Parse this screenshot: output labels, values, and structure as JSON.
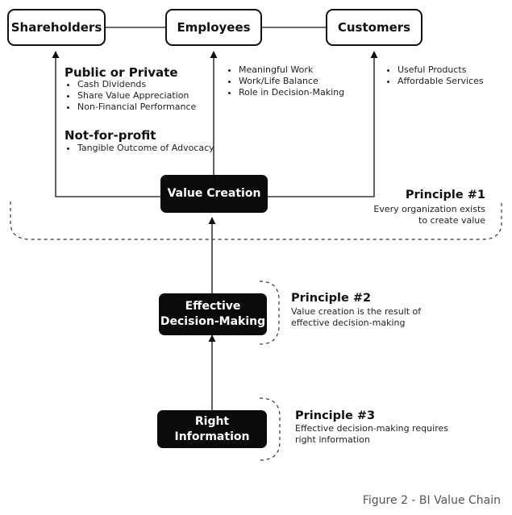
{
  "stakeholders": {
    "shareholders": "Shareholders",
    "employees": "Employees",
    "customers": "Customers"
  },
  "shareholder_groups": {
    "public_private": {
      "title": "Public or Private",
      "items": [
        "Cash Dividends",
        "Share Value Appreciation",
        "Non-Financial Performance"
      ]
    },
    "non_profit": {
      "title": "Not-for-profit",
      "items": [
        "Tangible Outcome of Advocacy"
      ]
    }
  },
  "employee_items": [
    "Meaningful Work",
    "Work/Life Balance",
    "Role in Decision-Making"
  ],
  "customer_items": [
    "Useful Products",
    "Affordable Services"
  ],
  "nodes": {
    "value_creation": "Value Creation",
    "effective_line1": "Effective",
    "effective_line2": "Decision-Making",
    "right_information": "Right Information"
  },
  "principles": [
    {
      "title": "Principle #1",
      "line1": "Every organization exists",
      "line2": "to create value"
    },
    {
      "title": "Principle #2",
      "line1": "Value creation is the result of",
      "line2": "effective decision-making"
    },
    {
      "title": "Principle #3",
      "line1": "Effective decision-making requires",
      "line2": "right information"
    }
  ],
  "caption": "Figure 2 - BI Value Chain"
}
